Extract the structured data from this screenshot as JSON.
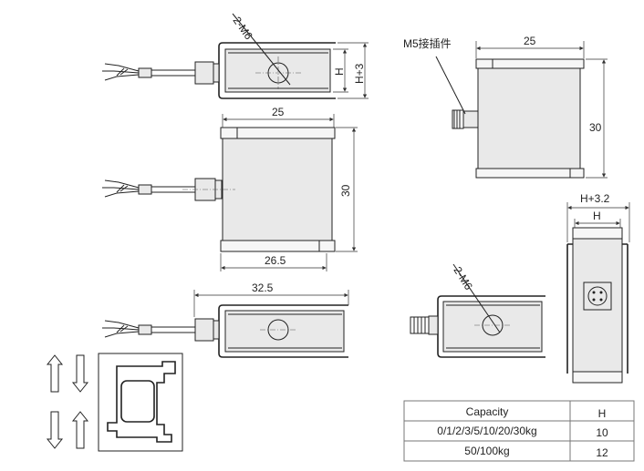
{
  "views": {
    "top_left": {
      "thread_label": "2-M6",
      "dim_h": "H",
      "dim_h3": "H+3"
    },
    "front": {
      "dim_width_top": "25",
      "dim_height": "30",
      "dim_width_bottom": "26.5"
    },
    "bottom_left": {
      "dim_length": "32.5"
    },
    "right_top": {
      "connector_label": "M5接插件",
      "dim_width": "25",
      "dim_height": "30"
    },
    "right_middle": {
      "thread_label": "2-M6"
    },
    "side": {
      "dim_h32": "H+3.2",
      "dim_h": "H"
    }
  },
  "table": {
    "headers": [
      "Capacity",
      "H"
    ],
    "rows": [
      {
        "capacity": "0/1/2/3/5/10/20/30kg",
        "h": "10"
      },
      {
        "capacity": "50/100kg",
        "h": "12"
      }
    ]
  }
}
